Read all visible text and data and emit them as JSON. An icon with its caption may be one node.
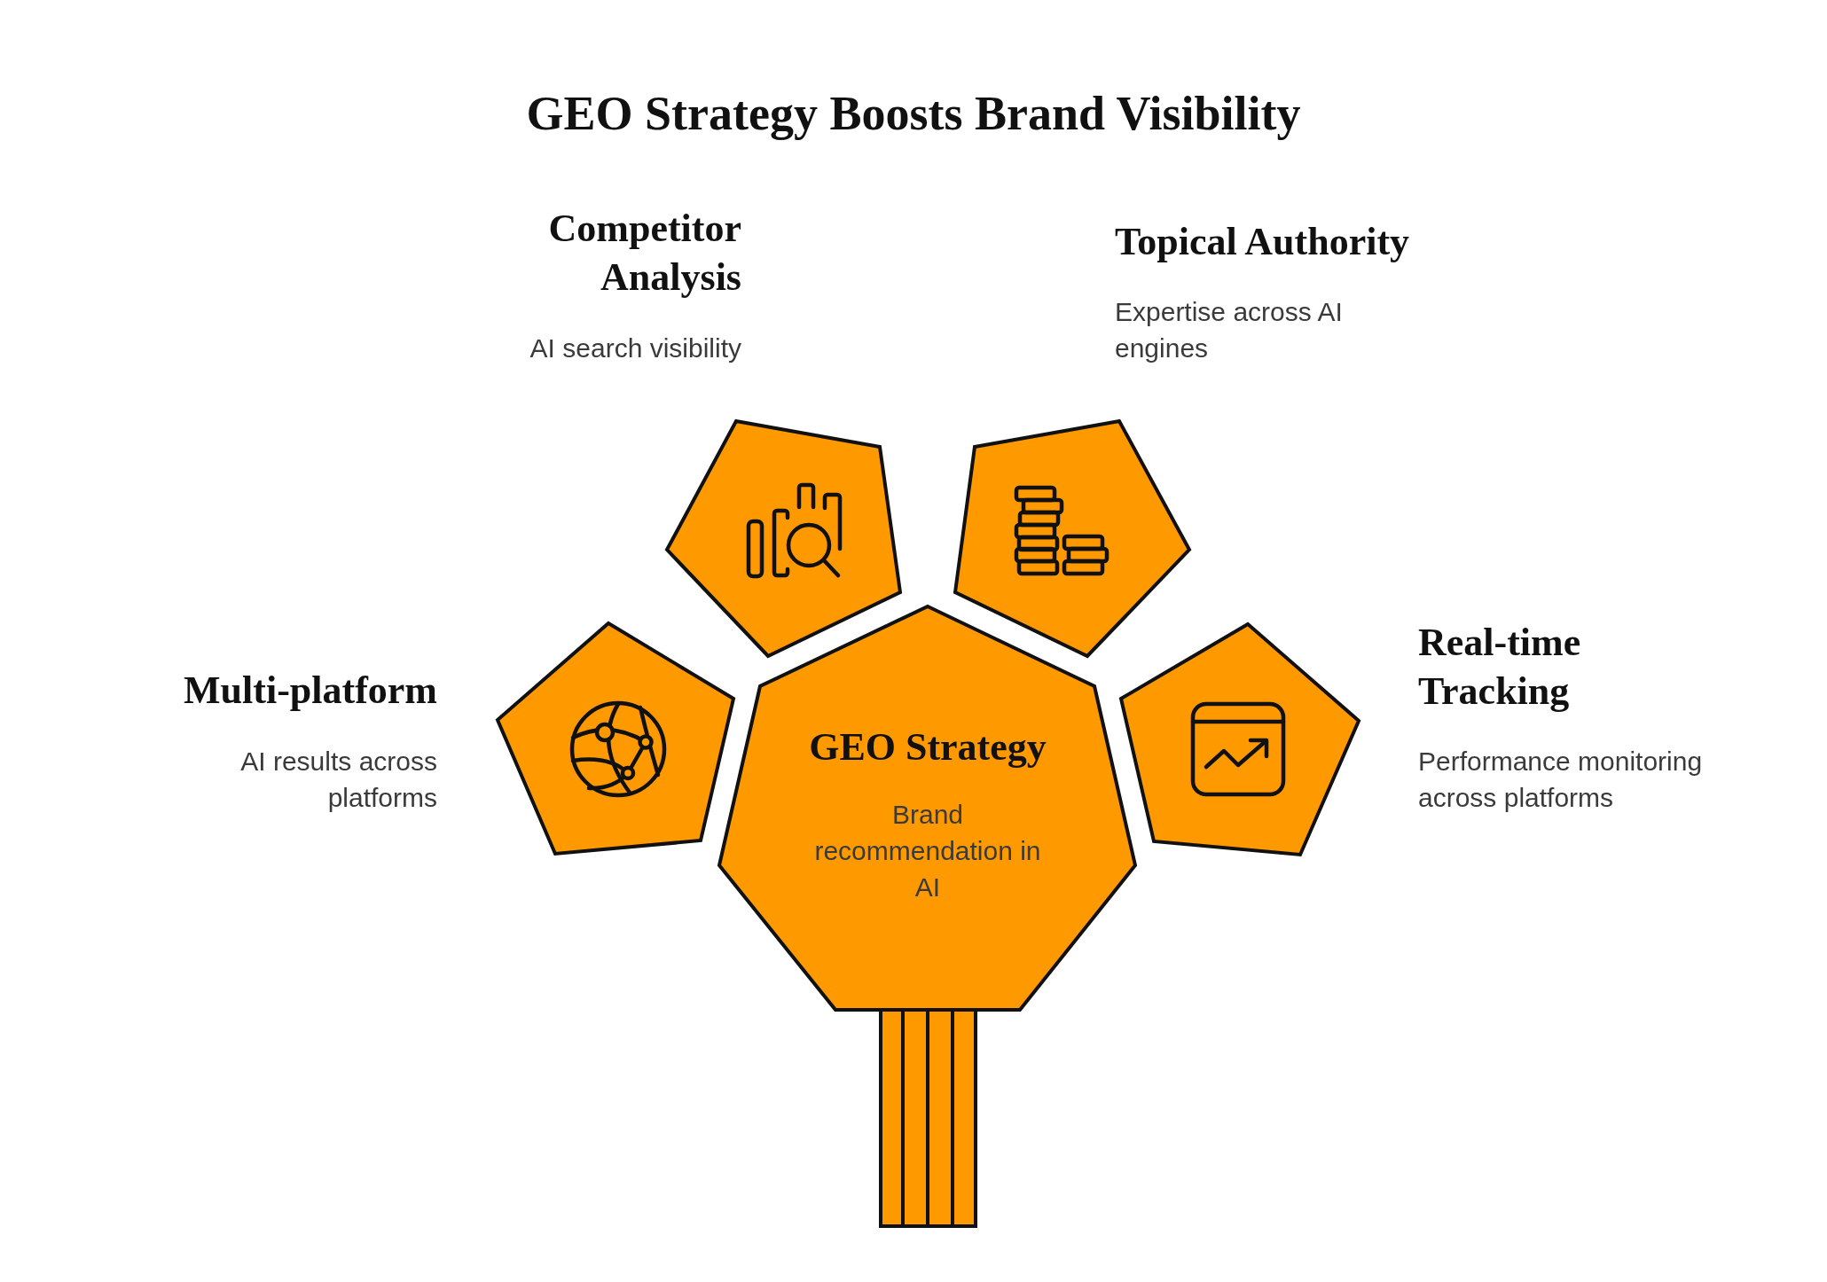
{
  "diagram": {
    "title": "GEO Strategy Boosts Brand Visibility",
    "nodes": [
      {
        "text": [
          "Competitor Analysis",
          "AI search visibility"
        ]
      },
      {
        "text": [
          "Topical Authority",
          "Expertise across AI engines"
        ]
      },
      {
        "text": [
          "Multi-platform",
          "AI results across platforms"
        ]
      },
      {
        "text": [
          "GEO Strategy",
          "Brand recommendation in AI"
        ]
      },
      {
        "text": [
          "Real-time Tracking",
          "Performance monitoring across platforms"
        ]
      }
    ]
  }
}
